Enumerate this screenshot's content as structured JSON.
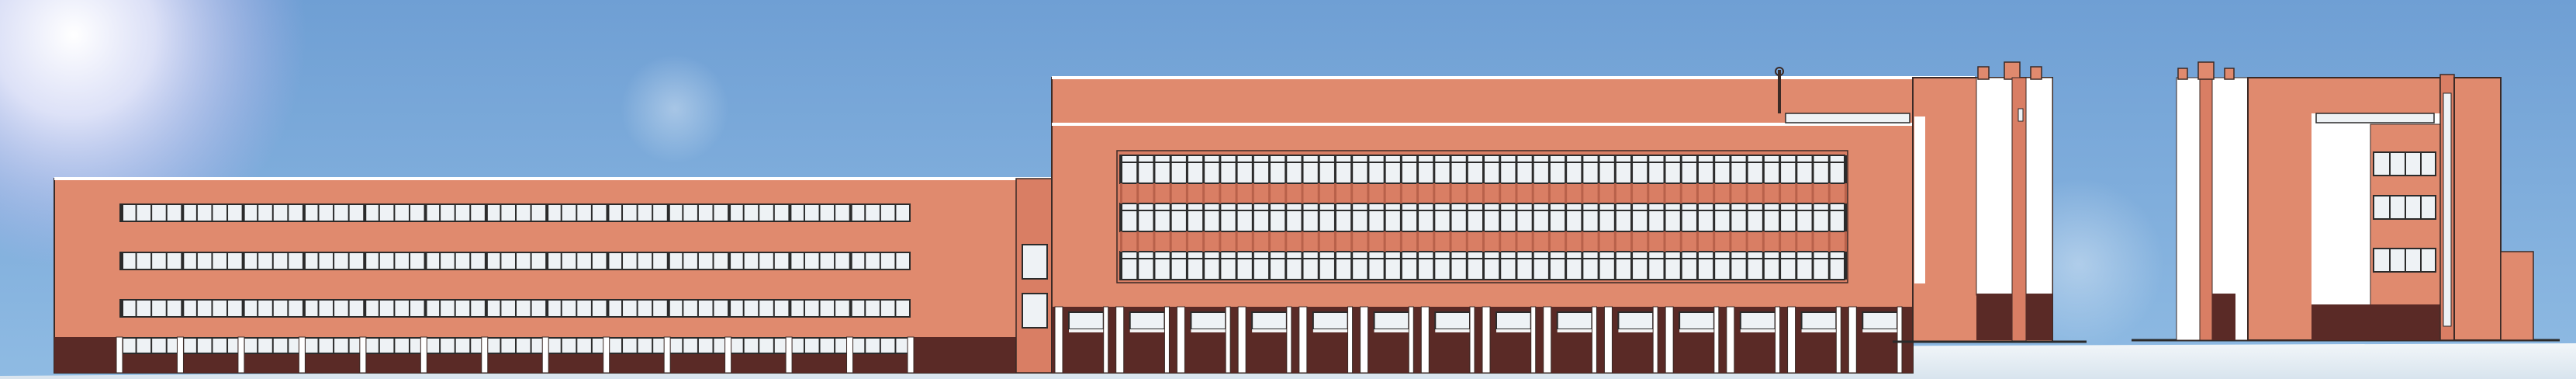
{
  "drawing": {
    "kind": "architectural-facade-elevation",
    "labels": []
  },
  "colors": {
    "sky_top": "#6f9fd4",
    "sky_bottom": "#8ab8e2",
    "brick": "#e08a6e",
    "brick_dark": "#c9715a",
    "plinth": "#5a2a26",
    "window_glass": "#eef2f5",
    "window_frame": "#2b2b2b",
    "white_column": "#ffffff",
    "ground": "#e6eef4"
  },
  "elements": {
    "left_wing_window_rows": 4,
    "left_wing_window_columns": 13,
    "main_block_window_rows": 3,
    "main_block_window_columns": 44,
    "main_block_bays": 14,
    "left_wing_bays": 13
  }
}
